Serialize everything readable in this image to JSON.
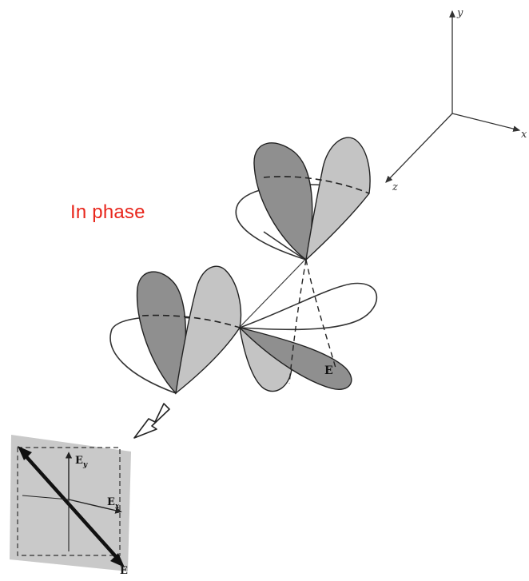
{
  "caption": "In phase",
  "axes": {
    "x": "x",
    "y": "y",
    "z": "z"
  },
  "field_label": "E",
  "components": {
    "ey": "E",
    "ey_sub": "y",
    "ex": "E",
    "ex_sub": "x",
    "resultant": "E"
  },
  "colors": {
    "caption": "#e8261c",
    "dark_lobe": "#8f8f8f",
    "light_lobe": "#c4c4c4",
    "panel": "#c9c9c9"
  }
}
